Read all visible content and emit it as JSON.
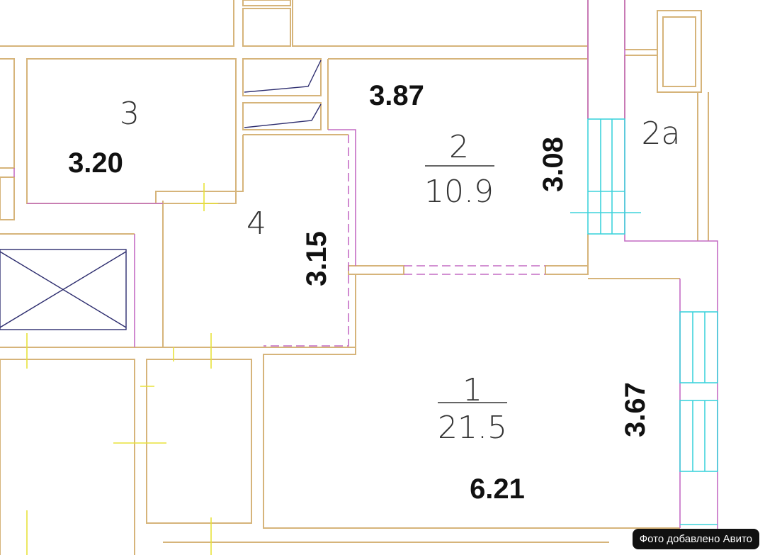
{
  "rooms": [
    {
      "number": "3",
      "dimension": "3.20"
    },
    {
      "number": "4",
      "dimension": "3.15"
    },
    {
      "number": "2",
      "area": "10.9",
      "dimensions": [
        "3.87",
        "3.08"
      ]
    },
    {
      "number": "2a"
    },
    {
      "number": "1",
      "area": "21.5",
      "dimensions": [
        "3.67",
        "6.21"
      ]
    }
  ],
  "watermark": "Фото добавлено Авито",
  "colors": {
    "wall": "#d6b47a",
    "partition": "#c46cc4",
    "window": "#3fd3dc",
    "marker": "#e8e23a"
  }
}
